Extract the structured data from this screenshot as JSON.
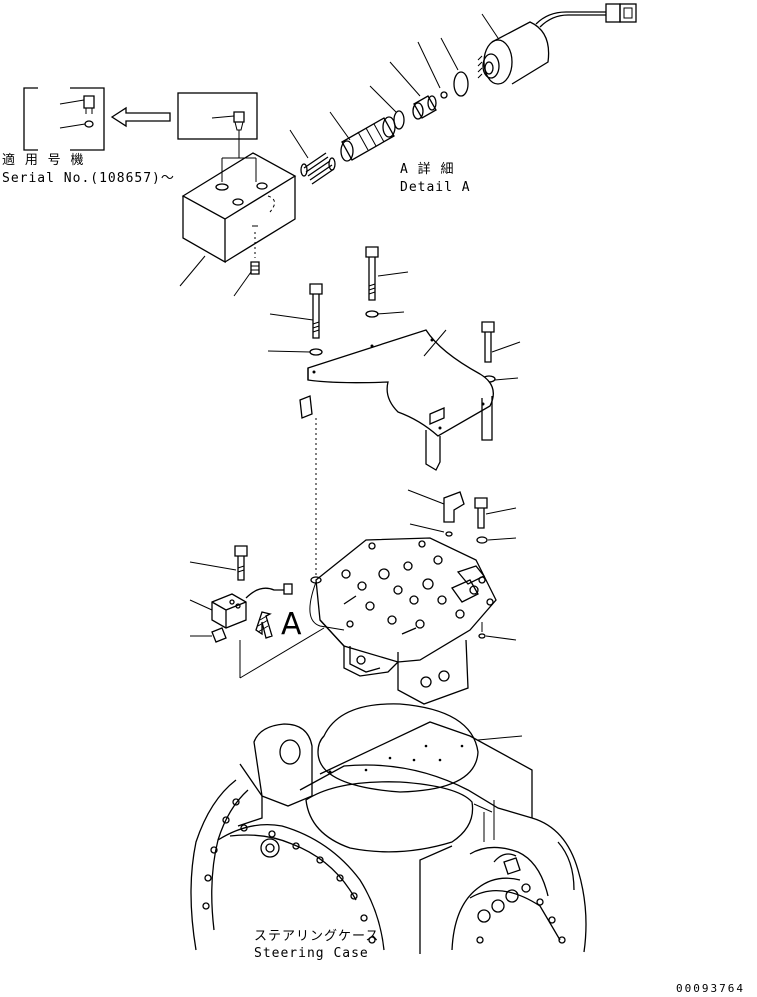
{
  "labels": {
    "applicable_jp": "適 用 号 機",
    "serial": "Serial No.(108657)～",
    "detail_a_jp": "A 詳 細",
    "detail_a": "Detail A",
    "view_arrow_letter": "A",
    "steering_case_jp": "ステアリングケース",
    "steering_case": "Steering Case",
    "drawing_code": "00093764"
  }
}
